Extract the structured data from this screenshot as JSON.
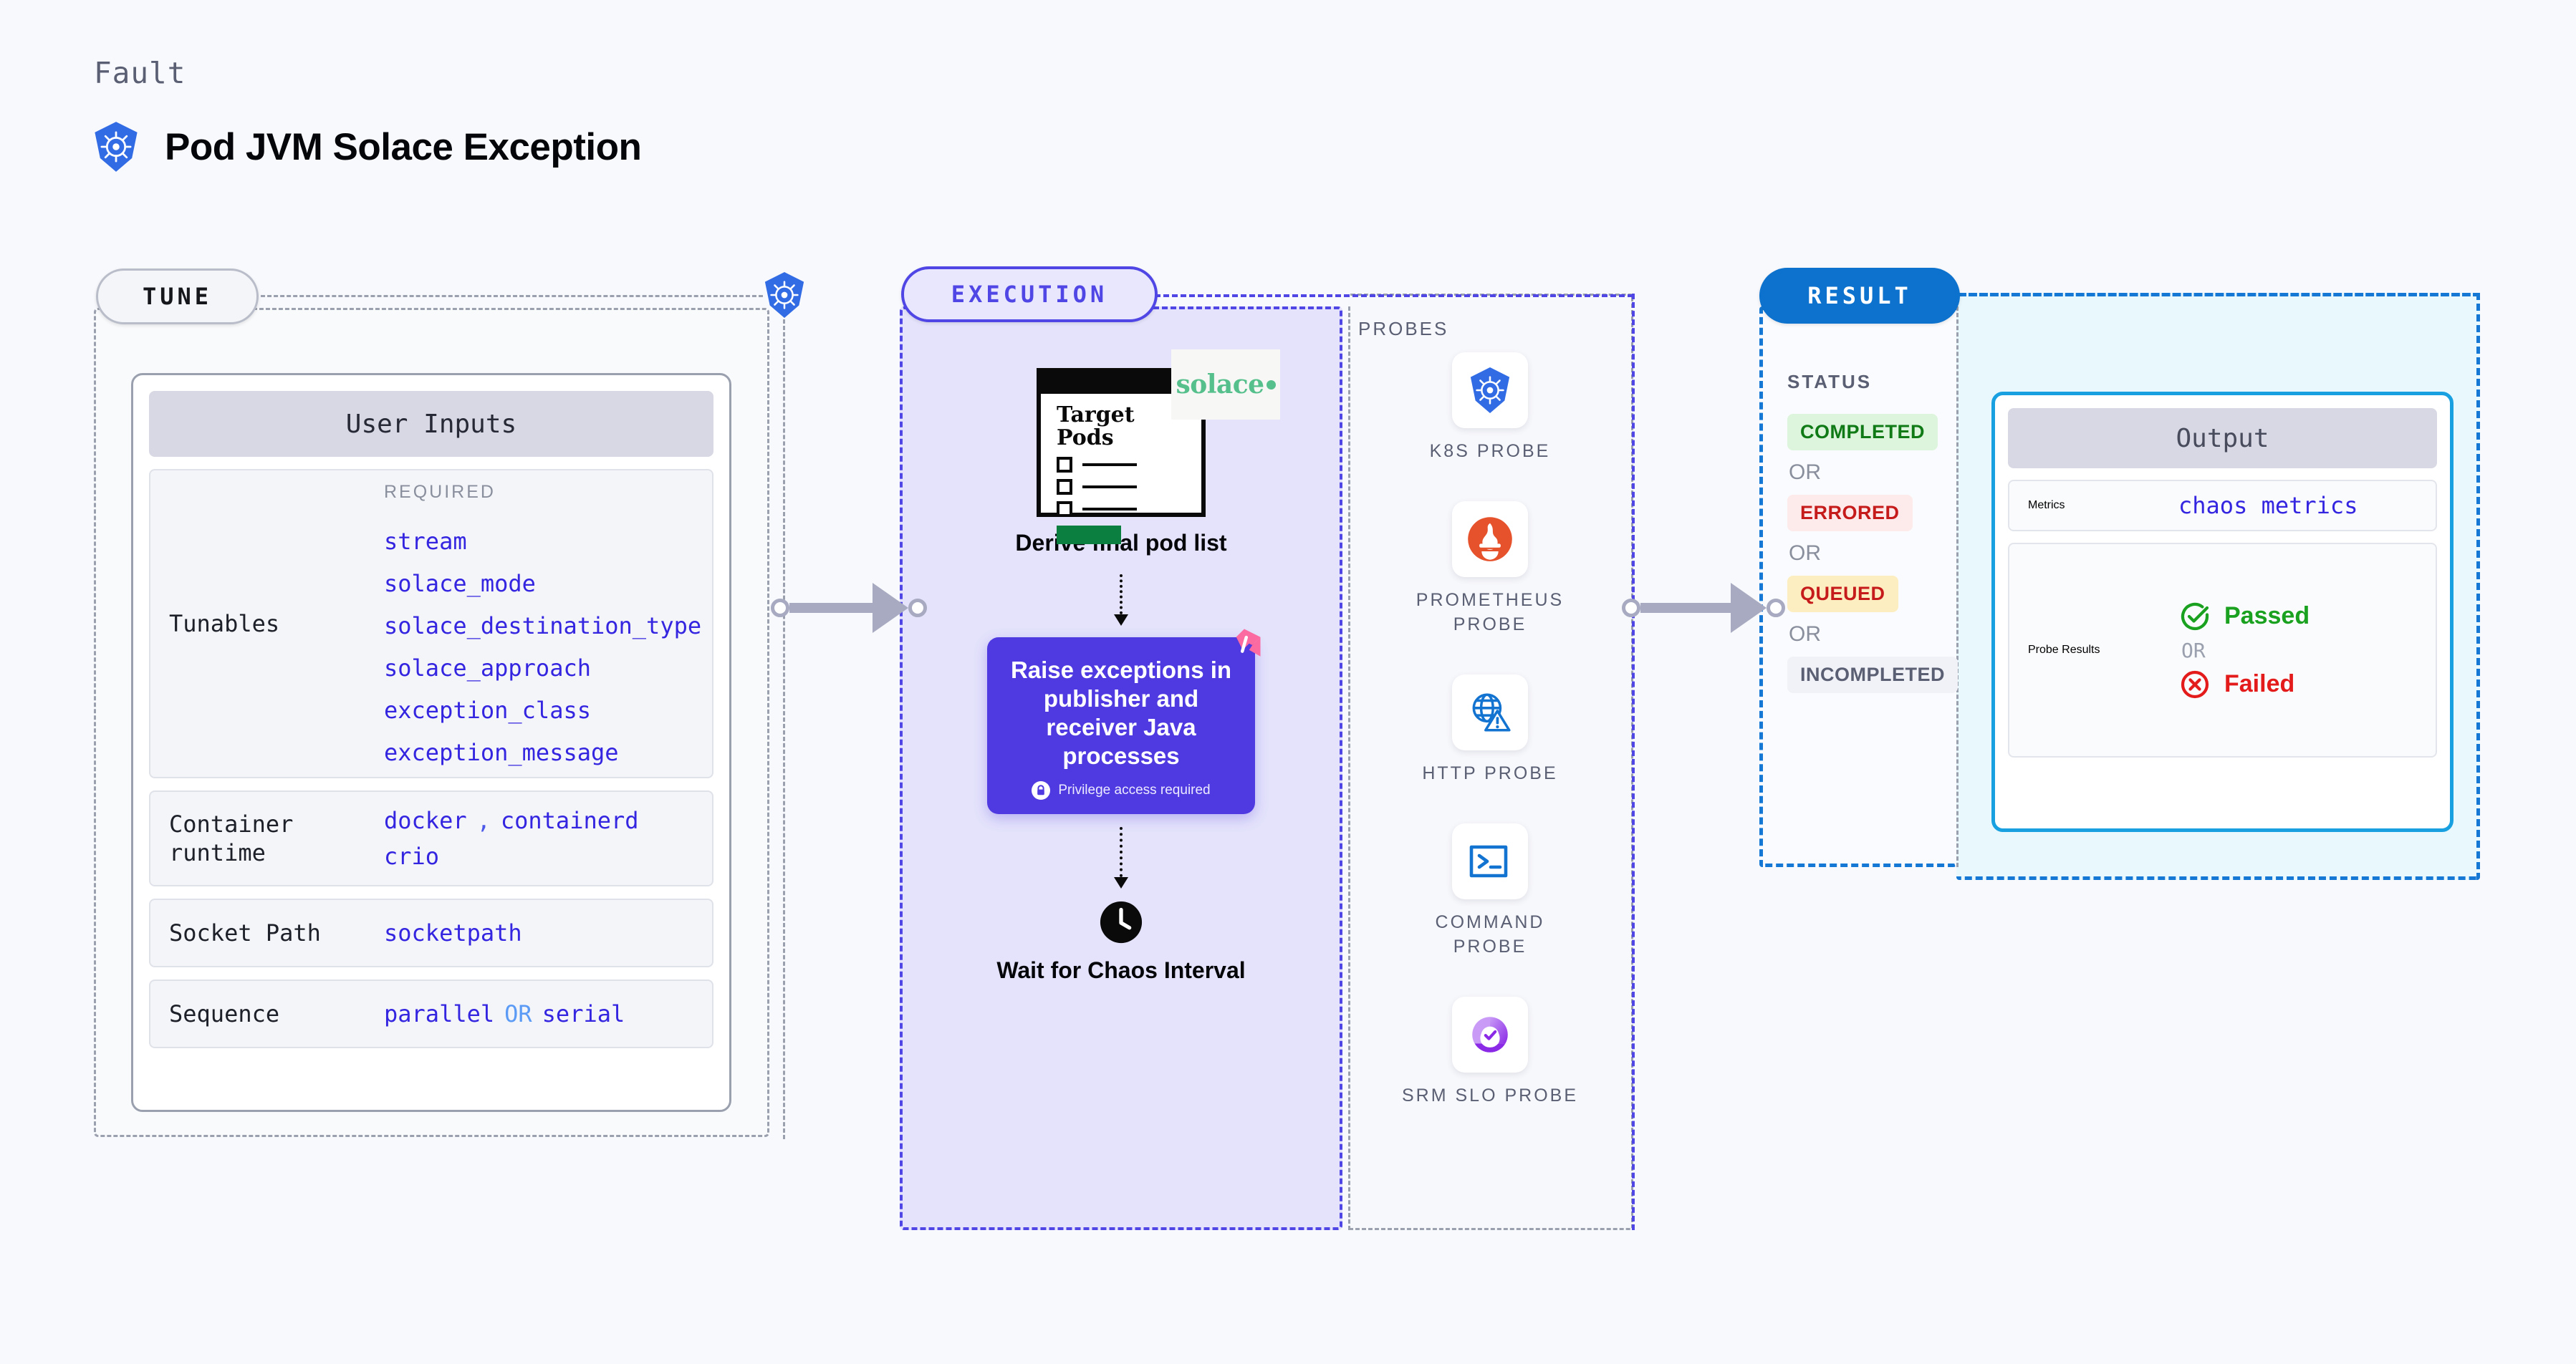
{
  "header": {
    "eyebrow": "Fault",
    "title": "Pod JVM Solace Exception",
    "logo_icon": "kubernetes-icon"
  },
  "tune": {
    "pill_label": "TUNE",
    "platform_icon": "kubernetes-icon",
    "card_title": "User Inputs",
    "rows": [
      {
        "label": "Tunables",
        "caption": "REQUIRED",
        "values": [
          "stream",
          "solace_mode",
          "solace_destination_type",
          "solace_approach",
          "exception_class",
          "exception_message"
        ]
      },
      {
        "label": "Container runtime",
        "values_line1": [
          "docker",
          ",",
          "containerd"
        ],
        "values_line2": [
          "crio"
        ]
      },
      {
        "label": "Socket Path",
        "values": [
          "socketpath"
        ]
      },
      {
        "label": "Sequence",
        "values": [
          "parallel",
          "OR",
          "serial"
        ]
      }
    ]
  },
  "execution": {
    "pill_label": "EXECUTION",
    "step1": {
      "card_title_line1": "Target",
      "card_title_line2": "Pods",
      "brand_logo": "solace",
      "label": "Derive final pod list",
      "icon": "target-pods-list-icon"
    },
    "step2": {
      "title": "Raise exceptions in publisher and receiver Java processes",
      "privilege_note": "Privilege access required",
      "privilege_icon": "lock-icon",
      "badge_icon": "chaos-center-icon"
    },
    "step3": {
      "label": "Wait for Chaos Interval",
      "icon": "clock-icon"
    },
    "probes": {
      "caption": "PROBES",
      "items": [
        {
          "name": "K8S PROBE",
          "icon": "kubernetes-icon"
        },
        {
          "name": "PROMETHEUS PROBE",
          "icon": "prometheus-icon"
        },
        {
          "name": "HTTP PROBE",
          "icon": "http-globe-warning-icon"
        },
        {
          "name": "COMMAND PROBE",
          "icon": "terminal-icon"
        },
        {
          "name": "SRM SLO PROBE",
          "icon": "srm-slo-donut-check-icon"
        }
      ]
    }
  },
  "result": {
    "pill_label": "RESULT",
    "status_caption": "STATUS",
    "or_label": "OR",
    "statuses": [
      {
        "label": "COMPLETED",
        "bg": "#dcf5dc",
        "fg": "#0f7a16"
      },
      {
        "label": "ERRORED",
        "bg": "#fdeaea",
        "fg": "#c61b1b"
      },
      {
        "label": "QUEUED",
        "bg": "#fdeec2",
        "fg": "#c61b1b"
      },
      {
        "label": "INCOMPLETED",
        "bg": "#f1f2f7",
        "fg": "#5a5f73"
      }
    ],
    "output": {
      "card_title": "Output",
      "metrics_label": "Metrics",
      "metrics_value": "chaos metrics",
      "probe_results_label": "Probe Results",
      "passed_label": "Passed",
      "passed_icon": "check-circle-icon",
      "failed_label": "Failed",
      "failed_icon": "x-circle-icon",
      "or_label": "OR"
    }
  },
  "colors": {
    "accent_indigo": "#4f46e5",
    "accent_blue": "#1478d4",
    "token_blue": "#3425e0",
    "pass_green": "#19a11f",
    "fail_red": "#e31b1b"
  }
}
